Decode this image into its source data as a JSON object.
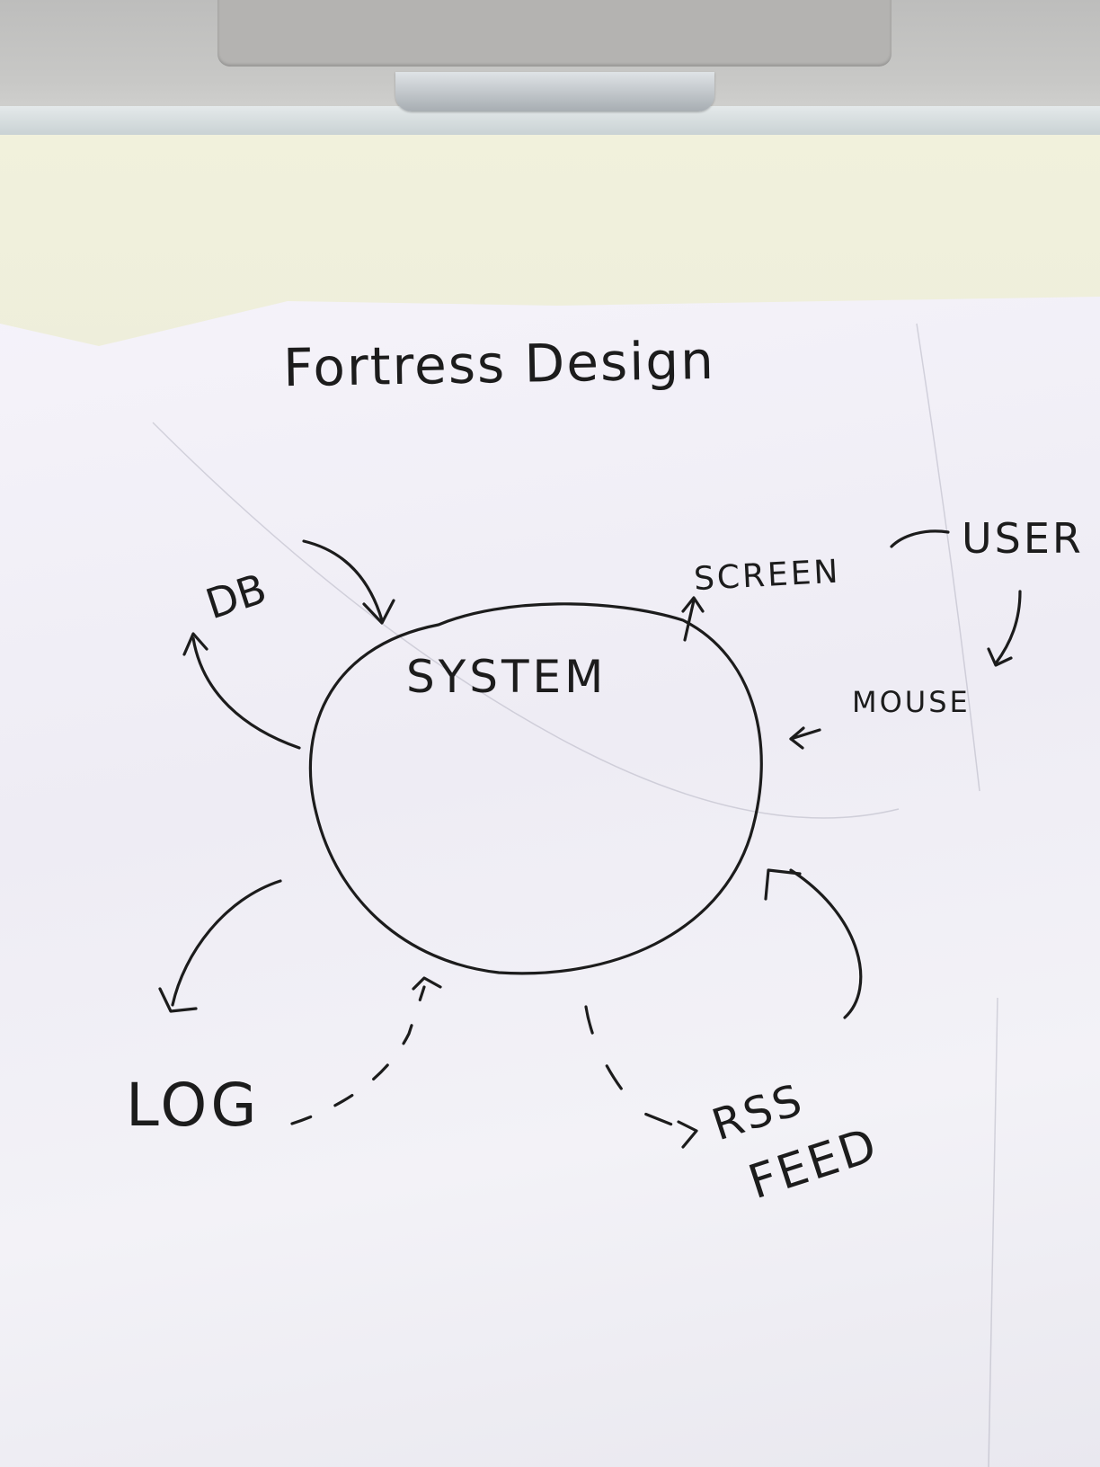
{
  "diagram": {
    "title": "Fortress Design",
    "center_node": "SYSTEM",
    "nodes": {
      "db": "DB",
      "screen": "SCREEN",
      "user": "USER",
      "mouse": "MOUSE",
      "log": "LOG",
      "rss_line1": "RSS",
      "rss_line2": "FEED"
    },
    "edges": [
      {
        "from": "DB",
        "to": "SYSTEM",
        "style": "solid"
      },
      {
        "from": "SYSTEM",
        "to": "DB",
        "style": "solid"
      },
      {
        "from": "SYSTEM",
        "to": "SCREEN",
        "style": "solid"
      },
      {
        "from": "SCREEN",
        "to": "USER",
        "style": "solid"
      },
      {
        "from": "USER",
        "to": "MOUSE",
        "style": "solid"
      },
      {
        "from": "MOUSE",
        "to": "SYSTEM",
        "style": "solid"
      },
      {
        "from": "SYSTEM",
        "to": "LOG",
        "style": "solid"
      },
      {
        "from": "LOG",
        "to": "SYSTEM",
        "style": "dashed"
      },
      {
        "from": "SYSTEM",
        "to": "RSS FEED",
        "style": "dashed"
      },
      {
        "from": "RSS FEED",
        "to": "SYSTEM",
        "style": "solid"
      }
    ],
    "ink_color": "#1c1c1c",
    "paper_color": "#f3f2f7"
  }
}
